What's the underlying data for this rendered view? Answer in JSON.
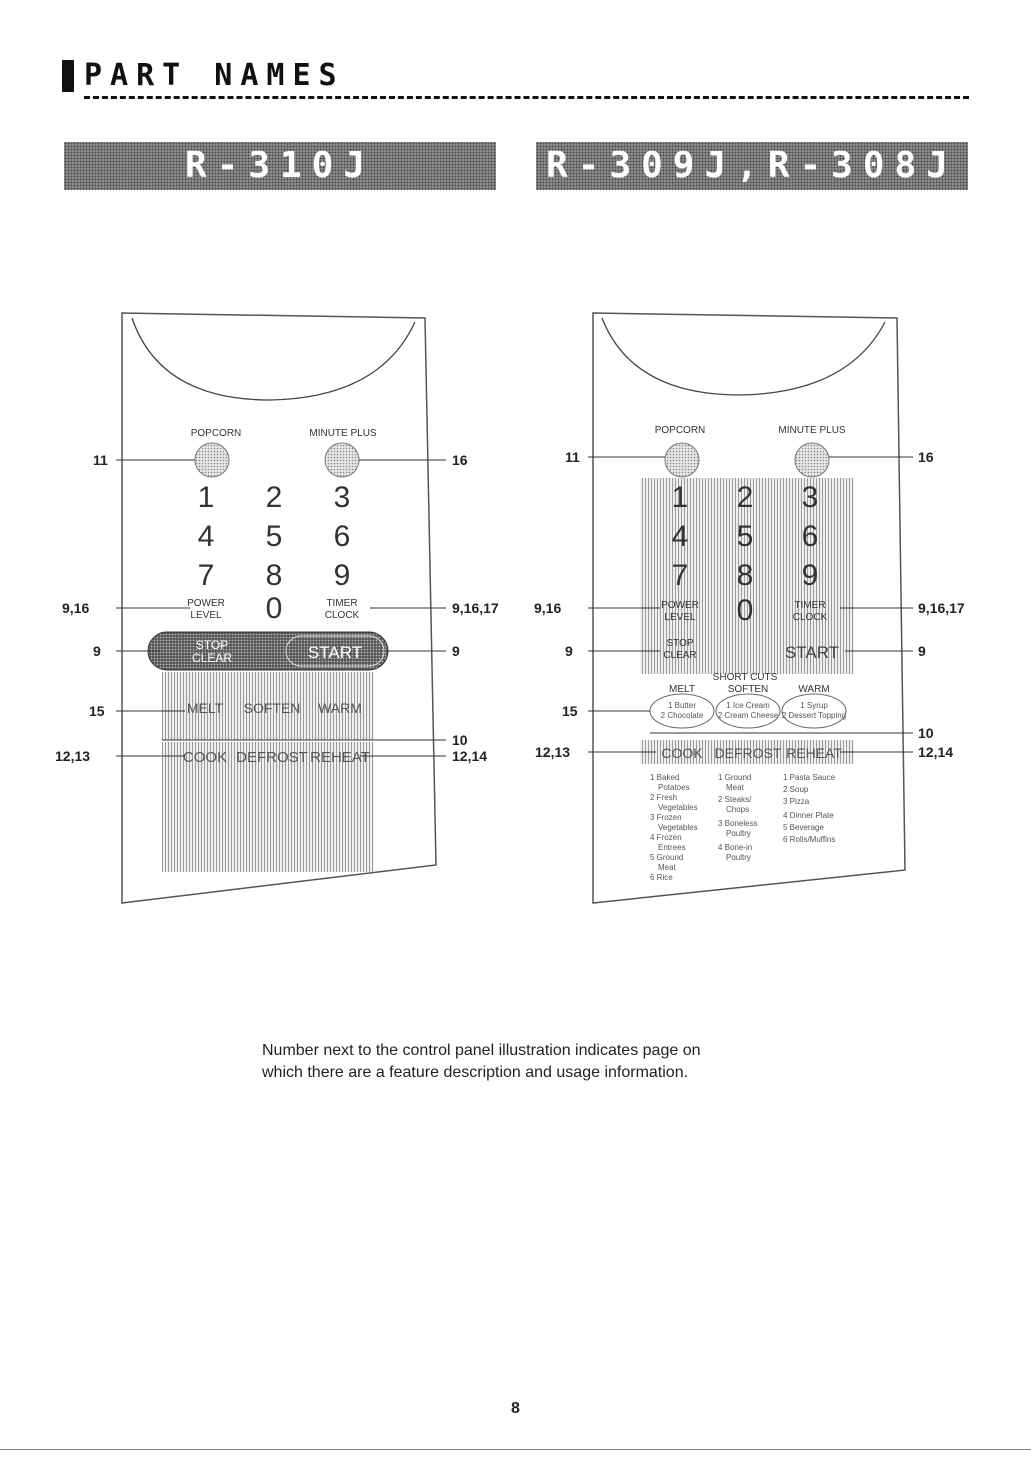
{
  "page": {
    "title": "PART NAMES",
    "banner_left": "R-310J",
    "banner_right": "R-309J,R-308J",
    "note_line1": "Number next to the control panel illustration indicates page on",
    "note_line2": "which there are a feature description and usage information.",
    "page_number": "8"
  },
  "panel_labels": {
    "popcorn": "POPCORN",
    "minute_plus": "MINUTE PLUS",
    "power": "POWER",
    "level": "LEVEL",
    "timer": "TIMER",
    "clock": "CLOCK",
    "stop": "STOP",
    "clear": "CLEAR",
    "start": "START",
    "melt": "MELT",
    "soften": "SOFTEN",
    "warm": "WARM",
    "shortcuts": "SHORT CUTS",
    "cook": "COOK",
    "defrost": "DEFROST",
    "reheat": "REHEAT",
    "melt_items": [
      "1 Butter",
      "2 Chocolate"
    ],
    "soften_items": [
      "1 Ice Cream",
      "2 Cream Cheese"
    ],
    "warm_items": [
      "1 Syrup",
      "2 Dessert Topping"
    ],
    "cook_items": [
      "1 Baked",
      "Potatoes",
      "2 Fresh",
      "Vegetables",
      "3 Frozen",
      "Vegetables",
      "4 Frozen",
      "Entrees",
      "5 Ground",
      "Meat",
      "6 Rice"
    ],
    "defrost_items": [
      "1 Ground",
      "Meat",
      "2 Steaks/",
      "Chops",
      "3 Boneless",
      "Poultry",
      "4 Bone-in",
      "Poultry"
    ],
    "reheat_items": [
      "1 Pasta Sauce",
      "2 Soup",
      "3 Pizza",
      "4 Dinner Plate",
      "5 Beverage",
      "6 Rolls/Muffins"
    ],
    "digits": [
      "1",
      "2",
      "3",
      "4",
      "5",
      "6",
      "7",
      "8",
      "9",
      "0"
    ]
  },
  "callouts": {
    "popcorn": "11",
    "minute_plus": "16",
    "power": "9,16",
    "timer": "9,16,17",
    "stop": "9",
    "start": "9",
    "shortcuts": "15",
    "shortcuts_right": "10",
    "cook": "12,13",
    "reheat": "12,14"
  }
}
